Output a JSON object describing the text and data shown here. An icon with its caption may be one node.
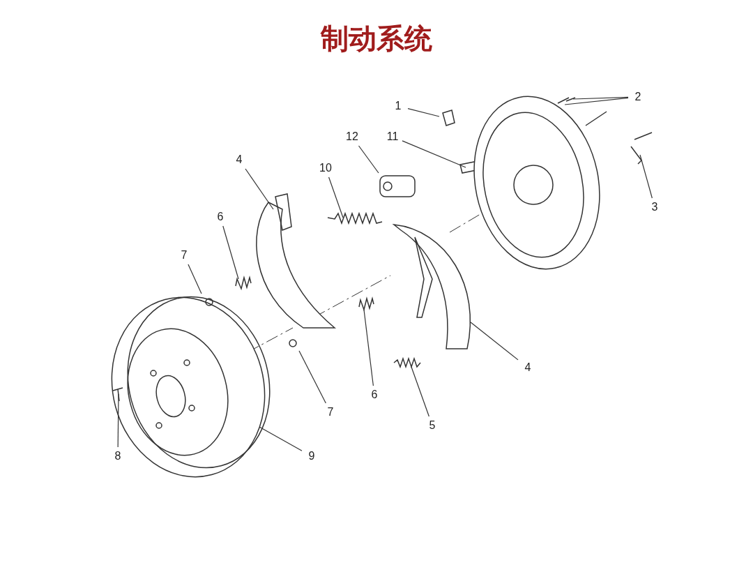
{
  "diagram": {
    "title": "制动系统",
    "nodes": [
      {
        "text": [
          "1"
        ]
      },
      {
        "text": [
          "2"
        ]
      },
      {
        "text": [
          "12"
        ]
      },
      {
        "text": [
          "11"
        ]
      },
      {
        "text": [
          "4"
        ]
      },
      {
        "text": [
          "10"
        ]
      },
      {
        "text": [
          "3"
        ]
      },
      {
        "text": [
          "6"
        ]
      },
      {
        "text": [
          "7"
        ]
      },
      {
        "text": [
          "4"
        ]
      },
      {
        "text": [
          "8"
        ]
      },
      {
        "text": [
          "6"
        ]
      },
      {
        "text": [
          "7"
        ]
      },
      {
        "text": [
          "5"
        ]
      },
      {
        "text": [
          "9"
        ]
      }
    ],
    "edges": [
      {
        "from": 0,
        "to": null,
        "arrow": "none"
      },
      {
        "from": 1,
        "to": null,
        "arrow": "none"
      },
      {
        "from": 1,
        "to": null,
        "arrow": "none"
      },
      {
        "from": 2,
        "to": null,
        "arrow": "none"
      },
      {
        "from": 3,
        "to": null,
        "arrow": "none"
      },
      {
        "from": 4,
        "to": null,
        "arrow": "none"
      },
      {
        "from": 5,
        "to": null,
        "arrow": "none"
      },
      {
        "from": 6,
        "to": null,
        "arrow": "none"
      },
      {
        "from": 7,
        "to": null,
        "arrow": "none"
      },
      {
        "from": 8,
        "to": null,
        "arrow": "none"
      },
      {
        "from": 9,
        "to": null,
        "arrow": "none"
      },
      {
        "from": 10,
        "to": null,
        "arrow": "none"
      },
      {
        "from": 11,
        "to": null,
        "arrow": "none"
      },
      {
        "from": 12,
        "to": null,
        "arrow": "none"
      },
      {
        "from": 13,
        "to": null,
        "arrow": "none"
      },
      {
        "from": 14,
        "to": null,
        "arrow": "none"
      }
    ]
  }
}
